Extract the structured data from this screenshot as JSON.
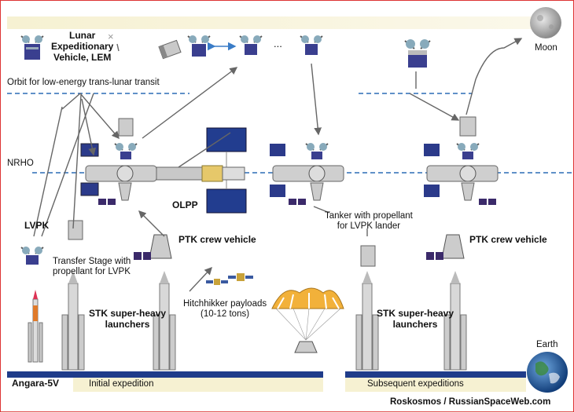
{
  "labels": {
    "lem": "Lunar\nExpeditionary\nVehicle, LEM",
    "orbit": "Orbit for low-energy trans-lunar transit",
    "nrho": "NRHO",
    "olpp": "OLPP",
    "lvpk": "LVPK",
    "transfer_stage": "Transfer Stage with\npropellant for LVPK",
    "ptk_left": "PTK crew vehicle",
    "ptk_right": "PTK crew vehicle",
    "tanker": "Tanker with propellant\nfor LVPK lander",
    "stk_left": "STK super-heavy\nlaunchers",
    "stk_right": "STK super-heavy\nlaunchers",
    "hitchhiker": "Hitchhikker payloads\n(10-12 tons)",
    "angara": "Angara-5V",
    "initial": "Initial expedition",
    "subsequent": "Subsequent expeditions",
    "moon": "Moon",
    "earth": "Earth",
    "ellipsis": "...",
    "credit": "Roskosmos / RussianSpaceWeb.com"
  },
  "colors": {
    "band": "#f4efcf",
    "ground": "#1f3c8a",
    "dash": "#2c6bb5",
    "panel": "#2b3a8a",
    "arrow": "#666666",
    "parachute": "#f2b13a"
  }
}
